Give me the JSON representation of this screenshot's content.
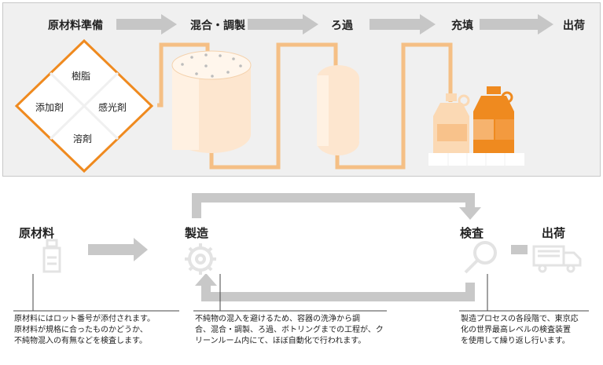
{
  "top": {
    "stages": [
      "原材料準備",
      "混合・調製",
      "ろ過",
      "充填",
      "出荷"
    ],
    "ingredients": {
      "top": "樹脂",
      "left": "添加剤",
      "right": "感光剤",
      "bottom": "溶剤"
    }
  },
  "bottom": {
    "boxes": {
      "raw": "原材料",
      "manufacture": "製造",
      "inspection": "検査",
      "shipping": "出荷"
    },
    "descriptions": {
      "raw": [
        "原材料にはロット番号が添付されます。",
        "原材料が規格に合ったものかどうか、",
        "不純物混入の有無などを検査します。"
      ],
      "manufacture": [
        "不純物の混入を避けるため、容器の洗浄から調",
        "合、混合・調製、ろ過、ボトリングまでの工程が、ク",
        "リーンルーム内にて、ほぼ自動化で行われます。"
      ],
      "inspection": [
        "製造プロセスの各段階で、東京応",
        "化の世界最高レベルの検査装置",
        "を使用して繰り返し行います。"
      ]
    }
  },
  "colors": {
    "orange": "#ef8a1f",
    "pipe": "#f5bf85",
    "tank": "#fde6cf",
    "arrow_gray": "#c8c8c8",
    "panel": "#f0f0f0"
  },
  "icons": [
    "gear-icon",
    "magnifier-icon",
    "truck-icon",
    "flask-icon",
    "bottle-icon"
  ]
}
